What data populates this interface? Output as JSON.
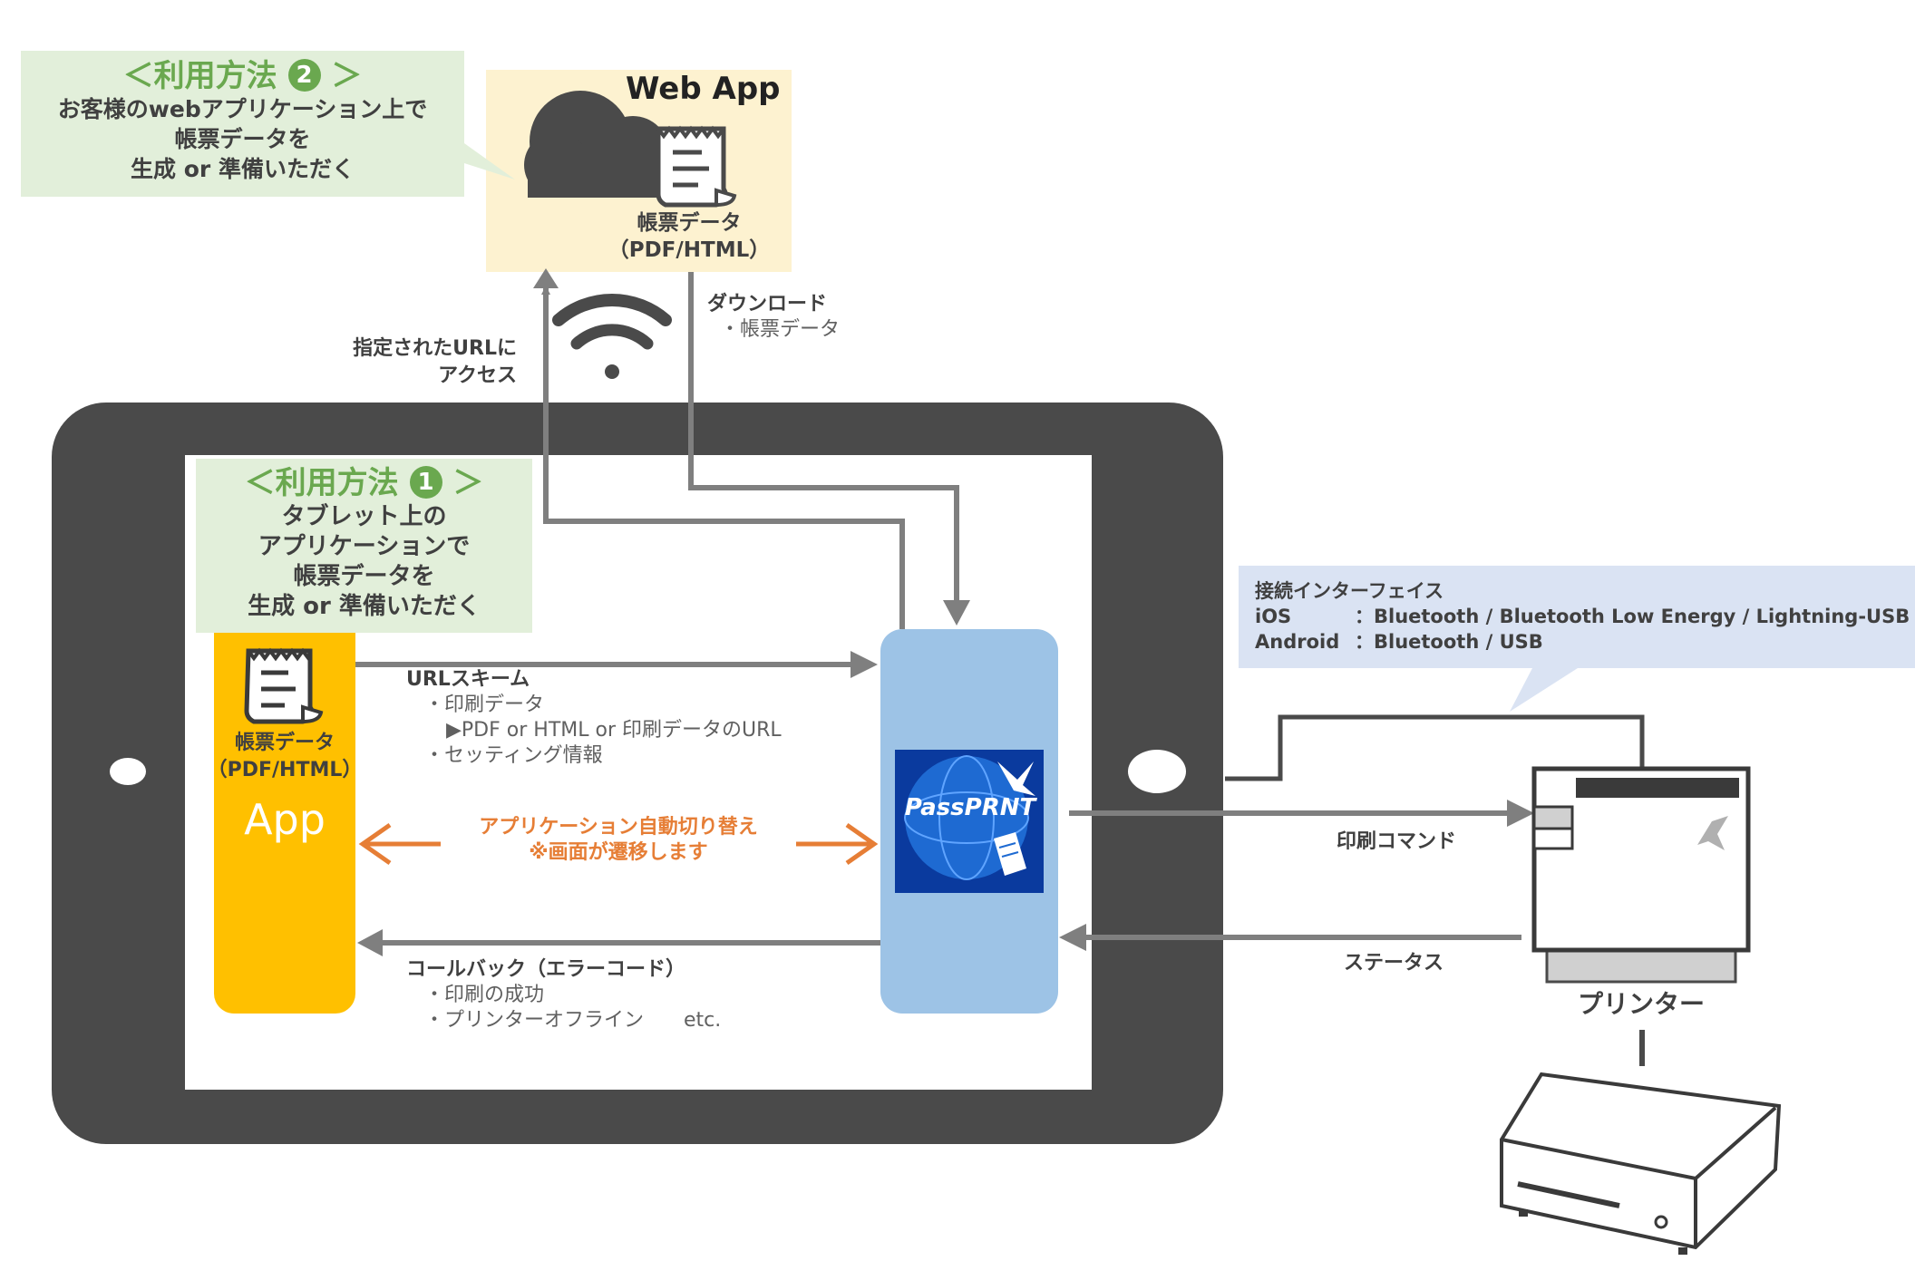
{
  "usage2": {
    "title_prefix": "＜利用方法",
    "badge": "2",
    "title_suffix": "＞",
    "lines": [
      "お客様のwebアプリケーション上で",
      "帳票データを",
      "生成 or 準備いただく"
    ]
  },
  "usage1": {
    "title_prefix": "＜利用方法",
    "badge": "1",
    "title_suffix": "＞",
    "lines": [
      "タブレット上の",
      "アプリケーションで",
      "帳票データを",
      "生成 or 準備いただく"
    ]
  },
  "webapp": {
    "title": "Web App",
    "doc_label": "帳票データ",
    "doc_format": "（PDF/HTML）"
  },
  "tablet_app": {
    "doc_label": "帳票データ",
    "doc_format": "（PDF/HTML）",
    "app_label": "App"
  },
  "passprnt": {
    "logo_text": "PassPRNT"
  },
  "arrows": {
    "access_url": [
      "指定されたURLに",
      "アクセス"
    ],
    "download_title": "ダウンロード",
    "download_item": "・帳票データ",
    "url_scheme_title": "URLスキーム",
    "url_scheme_items": [
      "・印刷データ",
      "▶PDF or HTML or 印刷データのURL",
      "・セッティング情報"
    ],
    "auto_switch": [
      "アプリケーション自動切り替え",
      "※画面が遷移します"
    ],
    "callback_title": "コールバック（エラーコード）",
    "callback_items": [
      "・印刷の成功",
      "・プリンターオフライン　　etc."
    ],
    "print_command": "印刷コマンド",
    "status": "ステータス"
  },
  "interface": {
    "title": "接続インターフェイス",
    "rows": [
      {
        "os": "iOS",
        "value": "：Bluetooth / Bluetooth Low Energy / Lightning-USB"
      },
      {
        "os": "Android",
        "value": "：Bluetooth / USB"
      }
    ]
  },
  "printer": {
    "label": "プリンター"
  },
  "colors": {
    "callout_green_bg": "#e2efda",
    "callout_green_text": "#6aa84f",
    "webapp_bg": "#fdf2d0",
    "app_yellow": "#ffc000",
    "passprnt_blue": "#9dc3e6",
    "tablet_frame": "#4a4a4a",
    "arrow_gray": "#7f7f7f",
    "arrow_orange": "#e67e36",
    "interface_bg": "#dae3f3"
  }
}
